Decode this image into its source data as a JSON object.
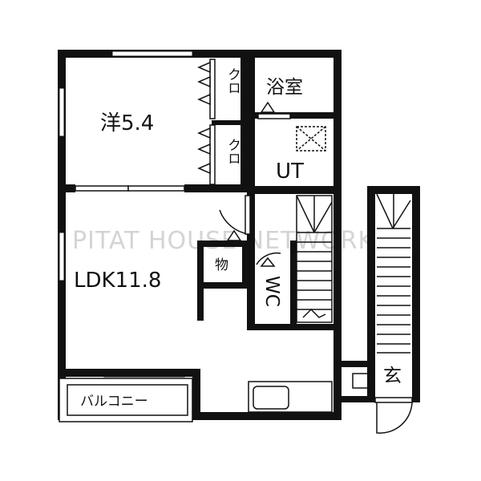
{
  "watermark": "PITAT HOUSE NETWORK",
  "rooms": {
    "western": "洋5.4",
    "ldk": "LDK11.8",
    "closet_top": "クロ",
    "closet_bottom": "クロ",
    "bath": "浴室",
    "utility": "UT",
    "storage": "物",
    "toilet": "WC",
    "entrance": "玄",
    "balcony": "バルコニー"
  }
}
